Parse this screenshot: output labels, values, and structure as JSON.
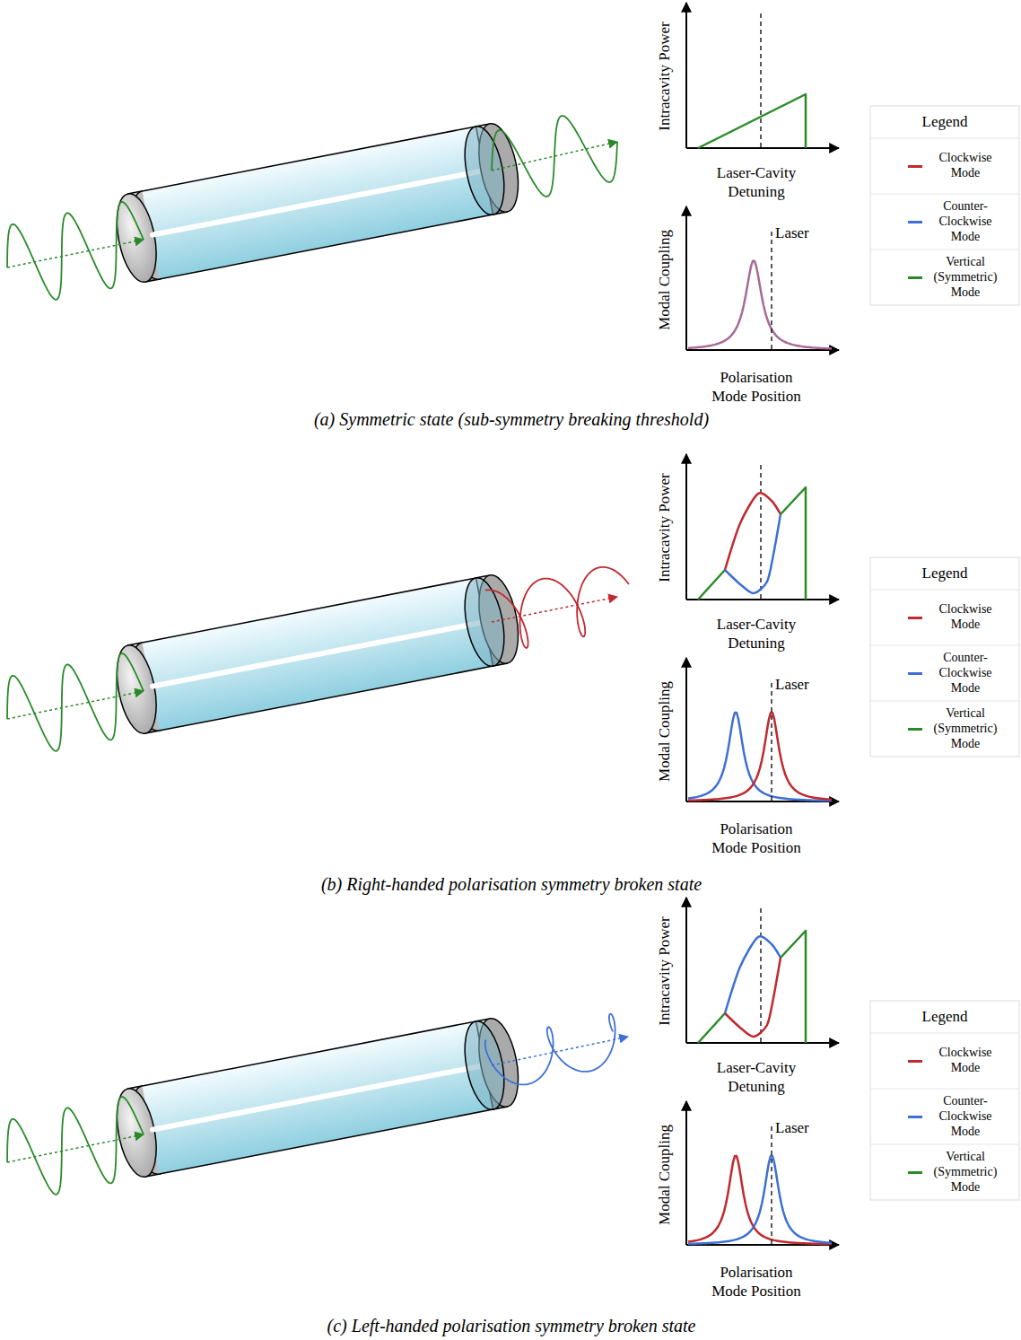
{
  "diagram": {
    "labels": [
      "Intracavity Power",
      "Laser-Cavity Detuning",
      "Modal Coupling",
      "Laser",
      "Polarisation Mode Position",
      "Legend",
      "(a) Symmetric state (sub-symmetry breaking threshold)",
      "Intracavity Power",
      "Laser-Cavity Detuning",
      "Modal Coupling",
      "Laser",
      "Polarisation Mode Position",
      "Legend",
      "(b) Right-handed polarisation symmetry broken state",
      "Intracavity Power",
      "Laser-Cavity Detuning",
      "Modal Coupling",
      "Laser",
      "Polarisation Mode Position",
      "Legend",
      "(c) Left-handed polarisation symmetry broken state"
    ],
    "legend": [
      {
        "text": "Clockwise Mode",
        "color": "#c0292e"
      },
      {
        "text": "Counter-Clockwise Mode",
        "color": "#3e6fd6"
      },
      {
        "text": "Vertical (Symmetric) Mode",
        "color": "#2a8a2a"
      },
      {
        "text": "Clockwise Mode",
        "color": "#c0292e"
      },
      {
        "text": "Counter-Clockwise Mode",
        "color": "#3e6fd6"
      },
      {
        "text": "Vertical (Symmetric) Mode",
        "color": "#2a8a2a"
      },
      {
        "text": "Clockwise Mode",
        "color": "#c0292e"
      },
      {
        "text": "Counter-Clockwise Mode",
        "color": "#3e6fd6"
      },
      {
        "text": "Vertical (Symmetric) Mode",
        "color": "#2a8a2a"
      }
    ]
  }
}
